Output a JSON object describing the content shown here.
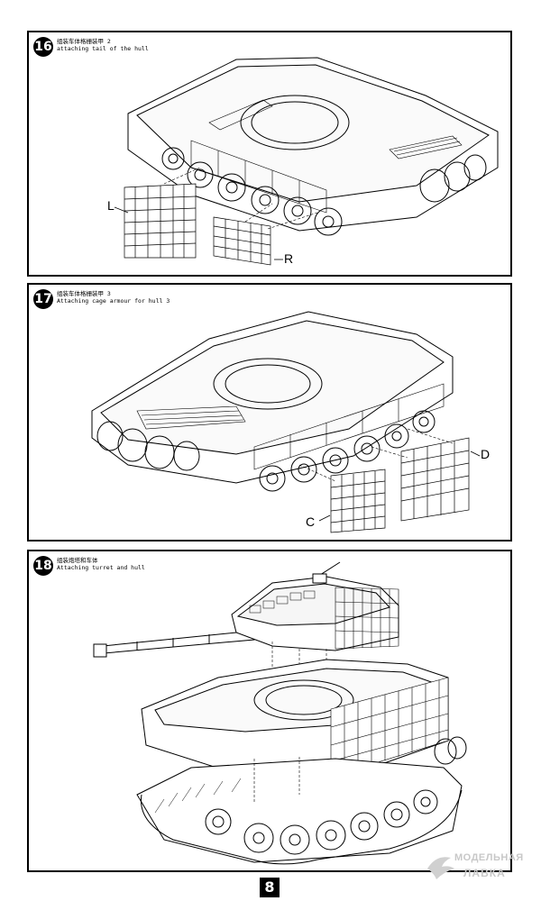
{
  "steps": [
    {
      "number": "16",
      "title_cn": "组装车体格栅装甲 2",
      "title_en": "attaching tail of the hull",
      "labels": [
        "L",
        "R"
      ]
    },
    {
      "number": "17",
      "title_cn": "组装车体格栅装甲 3",
      "title_en": "Attaching cage armour for hull 3",
      "labels": [
        "C",
        "D"
      ]
    },
    {
      "number": "18",
      "title_cn": "组装炮塔和车体",
      "title_en": "Attaching turret and hull",
      "labels": []
    }
  ],
  "page_number": "8",
  "watermark": {
    "line1": "МОДЕЛЬНАЯ",
    "line2": "ЛАВКА"
  }
}
